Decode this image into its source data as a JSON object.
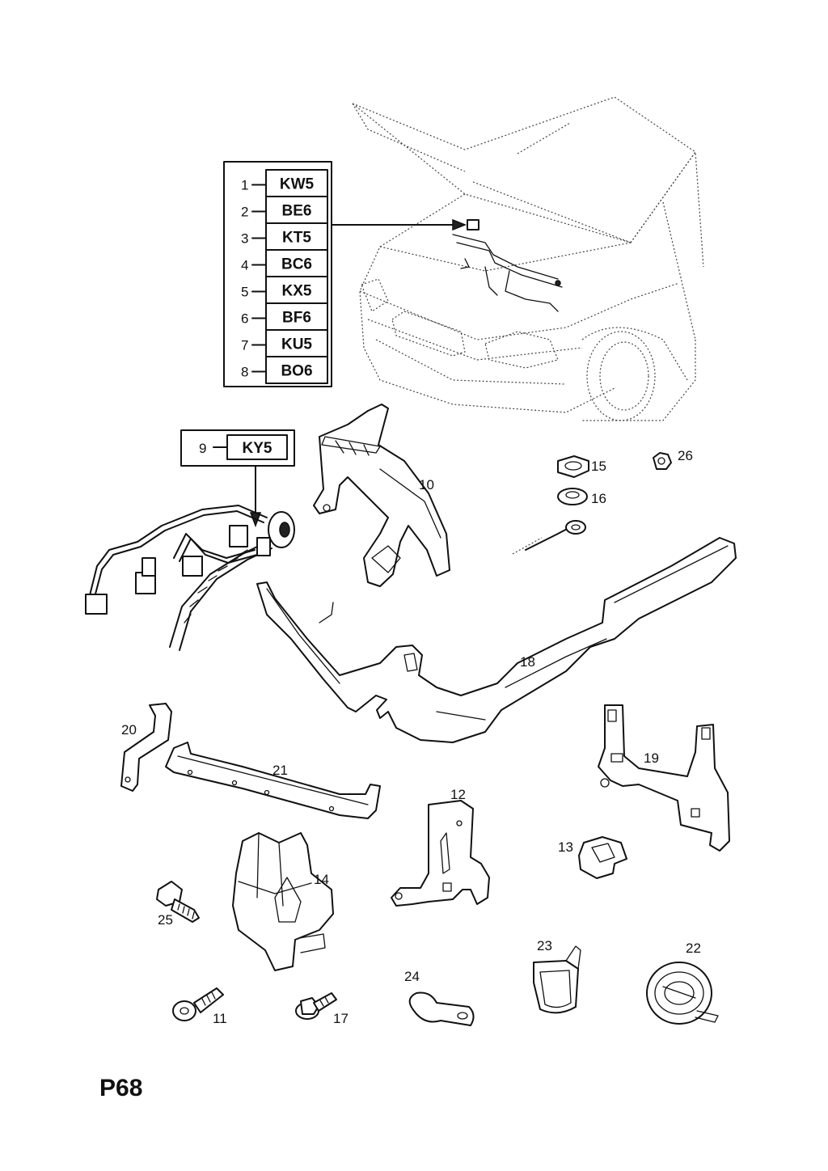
{
  "page_id": "P68",
  "code_table": {
    "rows": [
      {
        "num": "1",
        "code": "KW5"
      },
      {
        "num": "2",
        "code": "BE6"
      },
      {
        "num": "3",
        "code": "KT5"
      },
      {
        "num": "4",
        "code": "BC6"
      },
      {
        "num": "5",
        "code": "KX5"
      },
      {
        "num": "6",
        "code": "BF6"
      },
      {
        "num": "7",
        "code": "KU5"
      },
      {
        "num": "8",
        "code": "BO6"
      }
    ]
  },
  "harness_code": {
    "num": "9",
    "code": "KY5"
  },
  "part_labels": {
    "p10": "10",
    "p11": "11",
    "p12": "12",
    "p13": "13",
    "p14": "14",
    "p15": "15",
    "p16": "16",
    "p17": "17",
    "p18": "18",
    "p19": "19",
    "p20": "20",
    "p21": "21",
    "p22": "22",
    "p23": "23",
    "p24": "24",
    "p25": "25",
    "p26": "26"
  }
}
